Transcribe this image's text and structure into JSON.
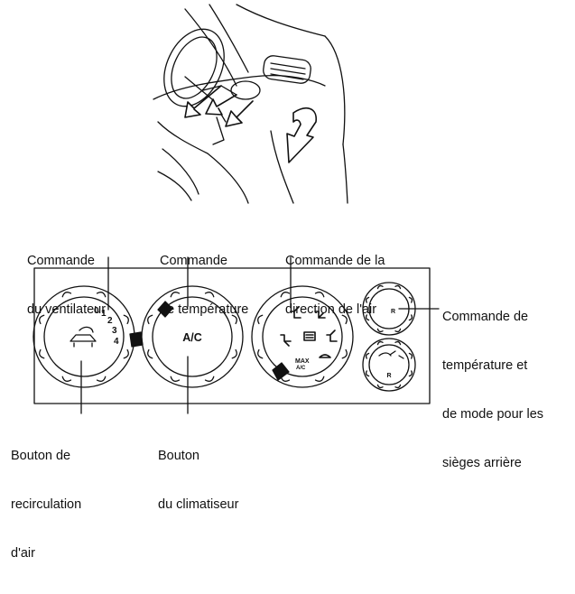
{
  "labels": {
    "fan": [
      "Commande",
      "du ventilateur"
    ],
    "temperature": [
      "Commande",
      "de température"
    ],
    "air_direction": [
      "Commande de la",
      "direction de l'air"
    ],
    "rear": [
      "Commande de",
      "température et",
      "de mode pour les",
      "sièges arrière"
    ],
    "recirc": [
      "Bouton de",
      "recirculation",
      "d'air"
    ],
    "ac_button": [
      "Bouton",
      "du climatiseur"
    ]
  },
  "dials": {
    "fan_speeds": [
      "0",
      "1",
      "2",
      "3",
      "4"
    ],
    "ac_text": "A/C",
    "max_text": "MAX",
    "max_sub": "A/C",
    "rear_r": "R"
  },
  "icons": {
    "fan_dial": "recirculation-car-icon",
    "temp_dial": "ac-text",
    "mode_dial": "air-direction-icons",
    "rear_dials": "rear-mode-icons"
  }
}
